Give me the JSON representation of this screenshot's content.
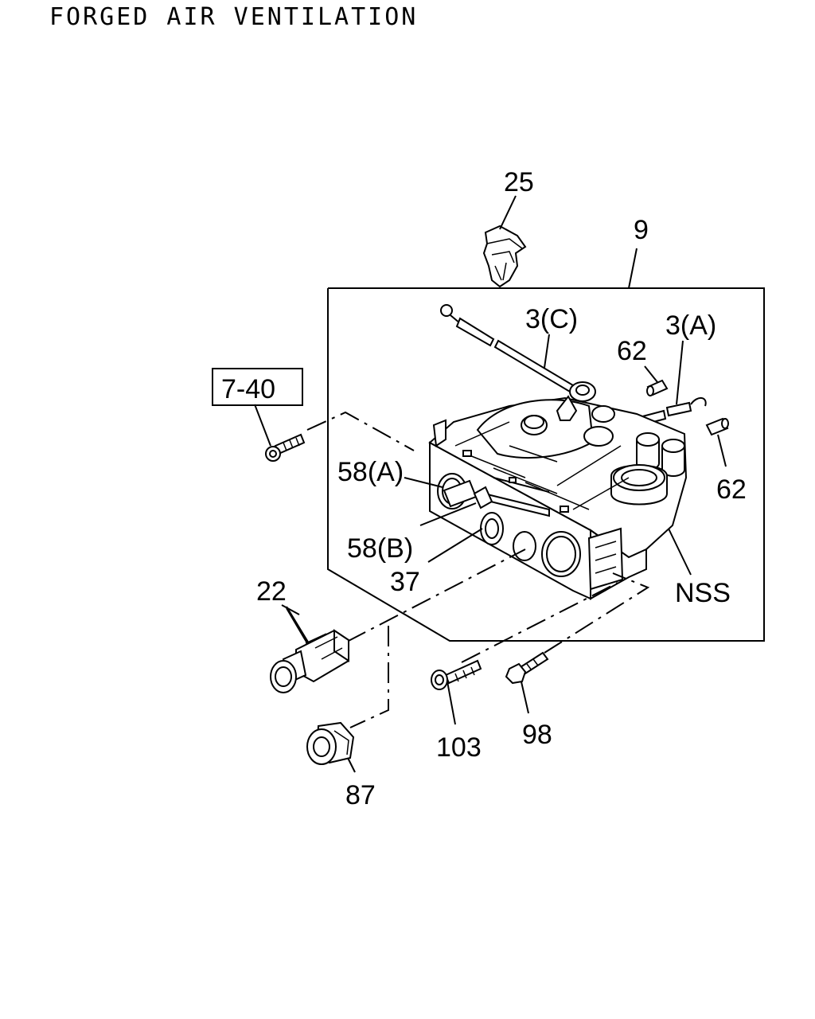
{
  "title": "FORGED AIR VENTILATION",
  "callouts": {
    "c25": "25",
    "c9": "9",
    "c3c": "3(C)",
    "c3a": "3(A)",
    "c62a": "62",
    "c62b": "62",
    "c740": "7-40",
    "c58a": "58(A)",
    "c58b": "58(B)",
    "c37": "37",
    "cnss": "NSS",
    "c22": "22",
    "c103": "103",
    "c98": "98",
    "c87": "87"
  }
}
